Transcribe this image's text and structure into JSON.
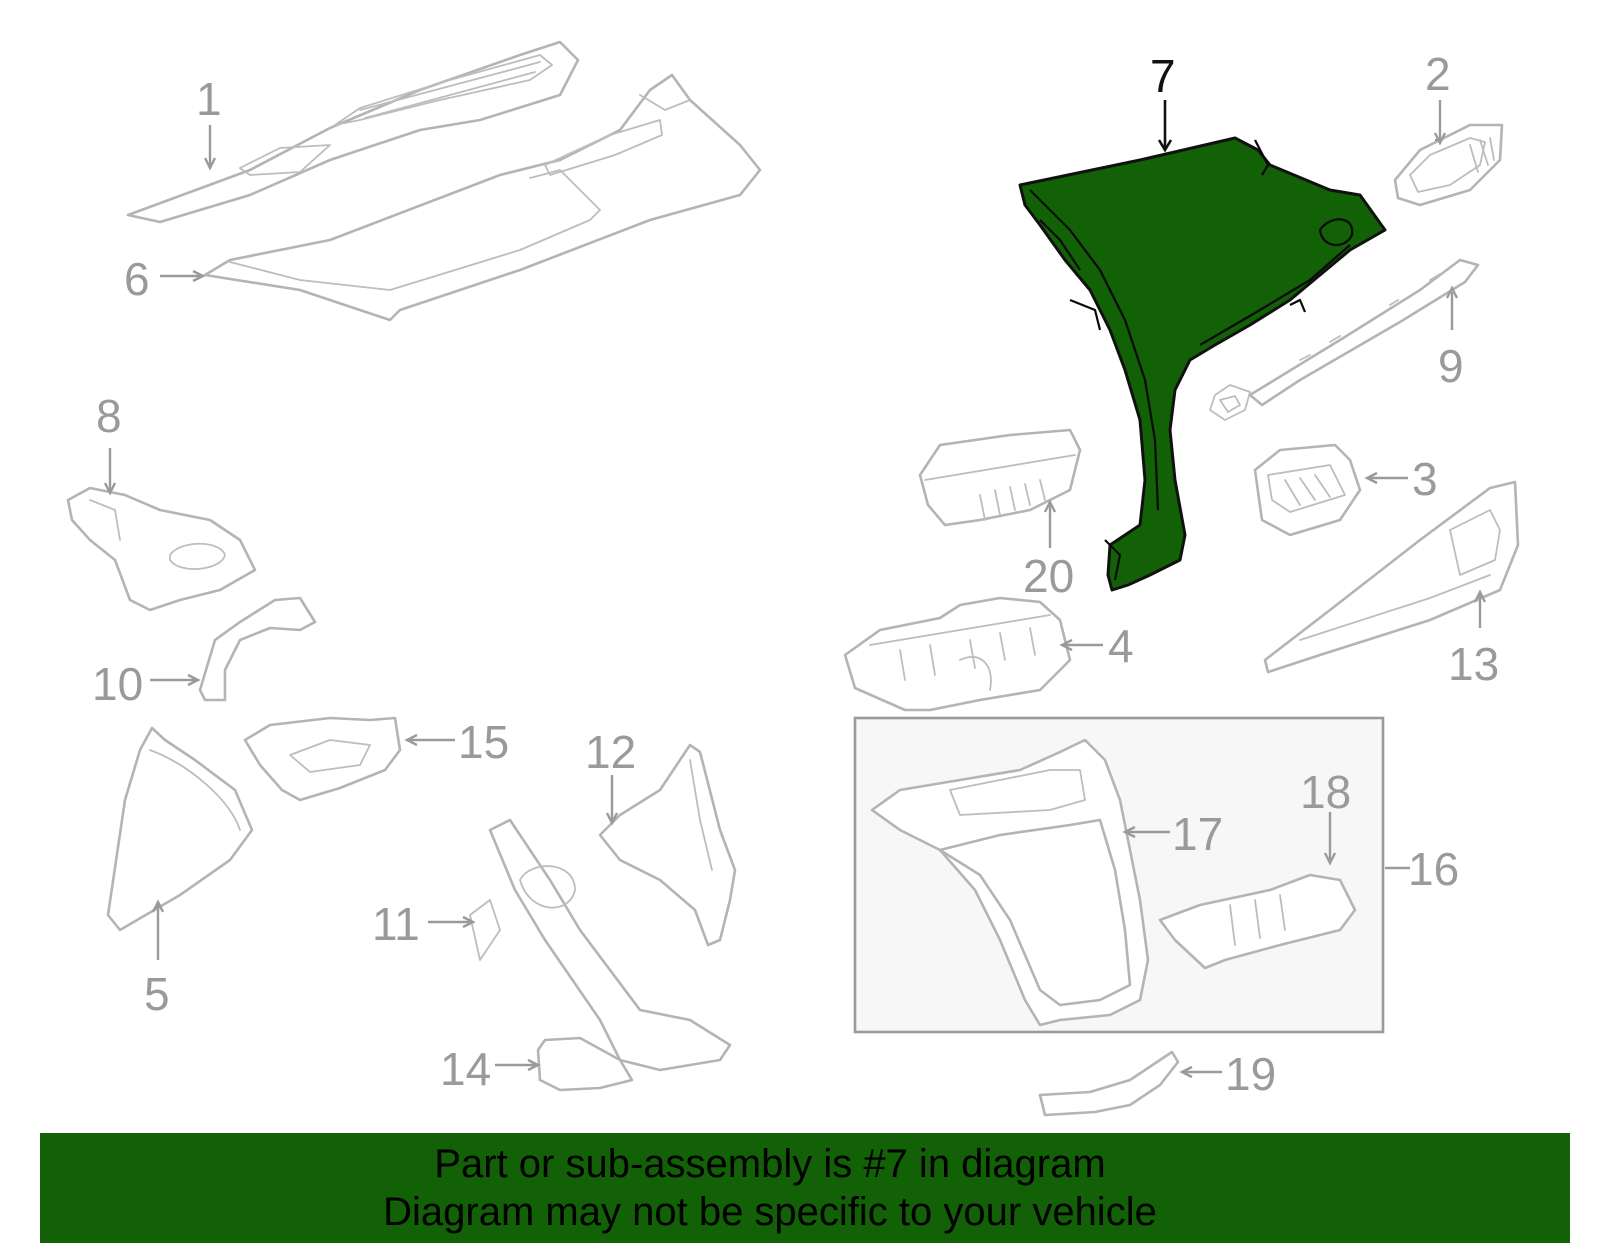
{
  "colors": {
    "highlight": "#126106",
    "banner_bg": "#126106",
    "part_outline": "#b4b4b4",
    "callout_text": "#9a9a9a",
    "highlight_callout": "#111111",
    "banner_text": "#000000"
  },
  "callouts": {
    "c1": "1",
    "c2": "2",
    "c3": "3",
    "c4": "4",
    "c5": "5",
    "c6": "6",
    "c7": "7",
    "c8": "8",
    "c9": "9",
    "c10": "10",
    "c11": "11",
    "c12": "12",
    "c13": "13",
    "c14": "14",
    "c15": "15",
    "c16": "16",
    "c17": "17",
    "c18": "18",
    "c19": "19",
    "c20": "20"
  },
  "highlighted_part": "7",
  "banner": {
    "line1": "Part or sub-assembly is #7 in diagram",
    "line2": "Diagram may not be specific to your vehicle"
  }
}
